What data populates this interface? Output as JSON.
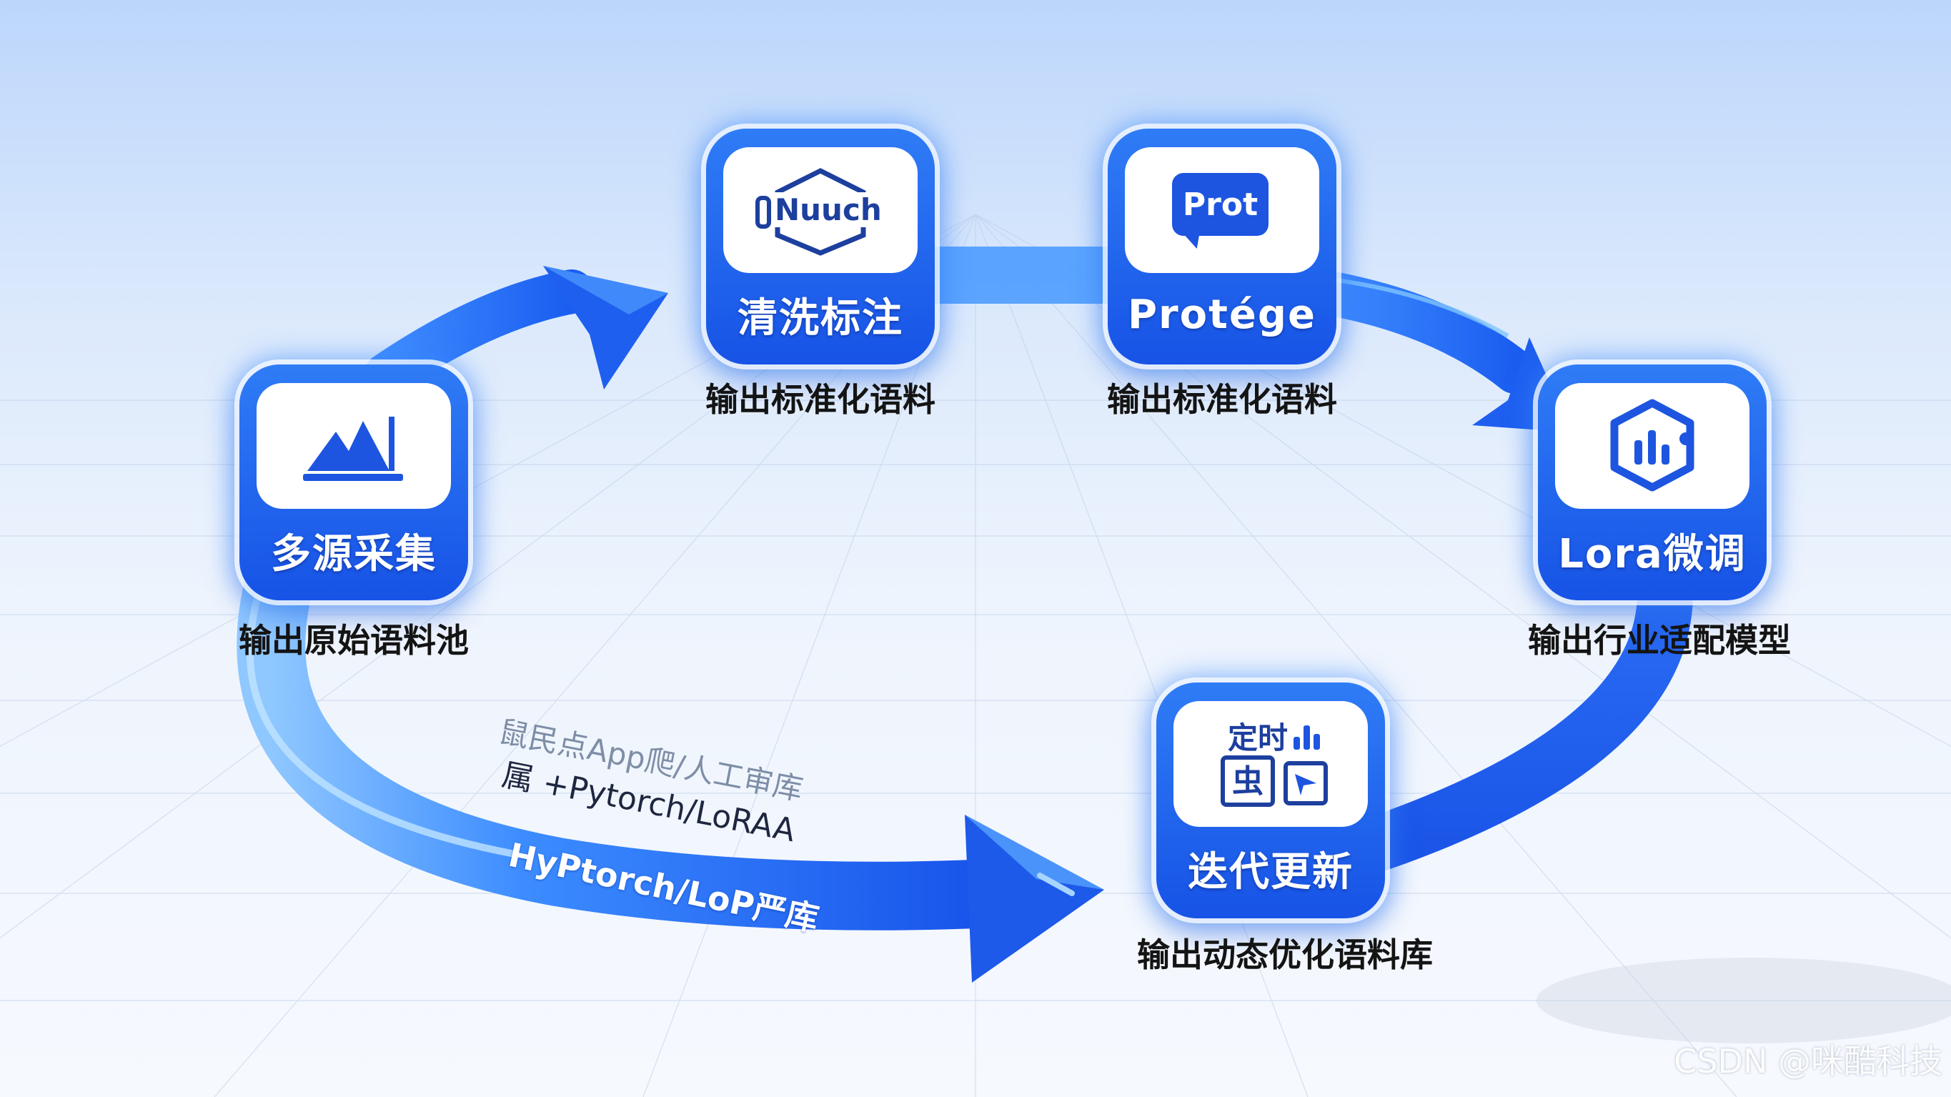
{
  "nodes": {
    "collect": {
      "title": "多源采集",
      "caption": "输出原始语料池",
      "icon": "mountain-image-icon"
    },
    "clean": {
      "title": "清洗标注",
      "caption": "输出标准化语料",
      "icon": "nuuch-logo-icon",
      "logo_text": "Nuuch"
    },
    "protege": {
      "title": "Protége",
      "caption": "输出标准化语料",
      "icon": "prot-chat-icon",
      "logo_text": "Prot"
    },
    "lora": {
      "title": "Lora微调",
      "caption": "输出行业适配模型",
      "icon": "hexagon-chart-icon"
    },
    "iterate": {
      "title": "迭代更新",
      "caption": "输出动态优化语料库",
      "icon": "timer-bug-icon",
      "logo_text_1": "定时",
      "logo_text_2": "虫"
    }
  },
  "flow_labels": {
    "line1": "鼠民点App爬/人工审库",
    "line2": "属 +Pytorch/LoRAA",
    "line3": "HyPtorch/LoP严库"
  },
  "watermark": "CSDN @咪酷科技",
  "colors": {
    "accent": "#1f62ee",
    "accent_light": "#5fb0ff",
    "text": "#141414"
  }
}
